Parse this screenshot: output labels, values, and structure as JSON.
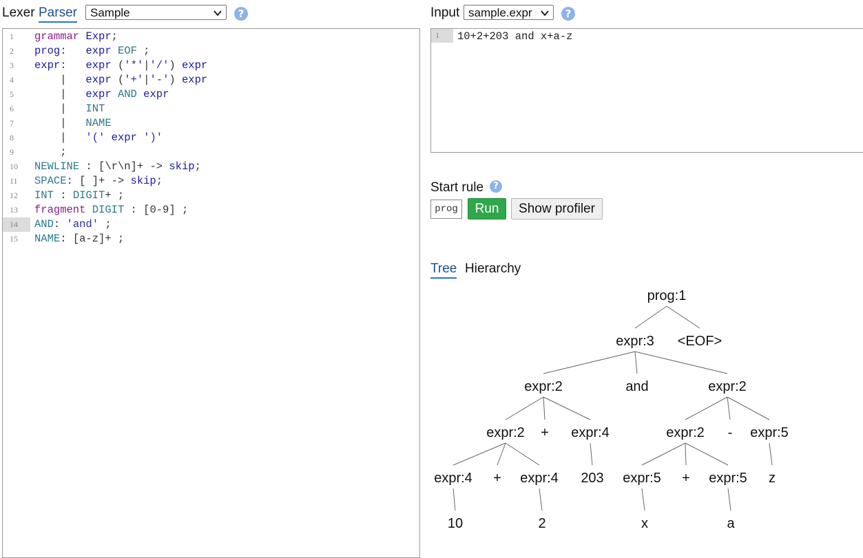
{
  "left_panel": {
    "tabs": [
      {
        "label": "Lexer",
        "active": false
      },
      {
        "label": "Parser",
        "active": true
      }
    ],
    "grammar_select": "Sample",
    "help_icon": "?"
  },
  "grammar": {
    "lines": [
      {
        "num": "1",
        "tokens": [
          [
            "kw",
            "grammar"
          ],
          [
            "plain",
            " "
          ],
          [
            "rule",
            "Expr"
          ],
          [
            "plain",
            ";"
          ]
        ]
      },
      {
        "num": "2",
        "tokens": [
          [
            "rule",
            "prog"
          ],
          [
            "plain",
            ":   "
          ],
          [
            "rule",
            "expr"
          ],
          [
            "plain",
            " "
          ],
          [
            "tok",
            "EOF"
          ],
          [
            "plain",
            " ;"
          ]
        ]
      },
      {
        "num": "3",
        "tokens": [
          [
            "rule",
            "expr"
          ],
          [
            "plain",
            ":   "
          ],
          [
            "rule",
            "expr"
          ],
          [
            "plain",
            " ("
          ],
          [
            "str",
            "'*'"
          ],
          [
            "plain",
            "|"
          ],
          [
            "str",
            "'/'"
          ],
          [
            "plain",
            ") "
          ],
          [
            "rule",
            "expr"
          ]
        ]
      },
      {
        "num": "4",
        "tokens": [
          [
            "plain",
            "    |   "
          ],
          [
            "rule",
            "expr"
          ],
          [
            "plain",
            " ("
          ],
          [
            "str",
            "'+'"
          ],
          [
            "plain",
            "|"
          ],
          [
            "str",
            "'-'"
          ],
          [
            "plain",
            ") "
          ],
          [
            "rule",
            "expr"
          ]
        ]
      },
      {
        "num": "5",
        "tokens": [
          [
            "plain",
            "    |   "
          ],
          [
            "rule",
            "expr"
          ],
          [
            "plain",
            " "
          ],
          [
            "tok",
            "AND"
          ],
          [
            "plain",
            " "
          ],
          [
            "rule",
            "expr"
          ]
        ]
      },
      {
        "num": "6",
        "tokens": [
          [
            "plain",
            "    |   "
          ],
          [
            "tok",
            "INT"
          ]
        ]
      },
      {
        "num": "7",
        "tokens": [
          [
            "plain",
            "    |   "
          ],
          [
            "tok",
            "NAME"
          ]
        ]
      },
      {
        "num": "8",
        "tokens": [
          [
            "plain",
            "    |   "
          ],
          [
            "str",
            "'('"
          ],
          [
            "plain",
            " "
          ],
          [
            "rule",
            "expr"
          ],
          [
            "plain",
            " "
          ],
          [
            "str",
            "')'"
          ]
        ]
      },
      {
        "num": "9",
        "tokens": [
          [
            "plain",
            "    ;"
          ]
        ]
      },
      {
        "num": "10",
        "tokens": [
          [
            "tok",
            "NEWLINE"
          ],
          [
            "plain",
            " : [\\r\\n]+ -> "
          ],
          [
            "rule",
            "skip"
          ],
          [
            "plain",
            ";"
          ]
        ]
      },
      {
        "num": "11",
        "tokens": [
          [
            "tok",
            "SPACE"
          ],
          [
            "plain",
            ": [ ]+ -> "
          ],
          [
            "rule",
            "skip"
          ],
          [
            "plain",
            ";"
          ]
        ]
      },
      {
        "num": "12",
        "tokens": [
          [
            "tok",
            "INT"
          ],
          [
            "plain",
            " : "
          ],
          [
            "tok",
            "DIGIT"
          ],
          [
            "plain",
            "+ ;"
          ]
        ]
      },
      {
        "num": "13",
        "tokens": [
          [
            "kw",
            "fragment"
          ],
          [
            "plain",
            " "
          ],
          [
            "tok",
            "DIGIT"
          ],
          [
            "plain",
            " : [0-9] ;"
          ]
        ]
      },
      {
        "num": "14",
        "active": true,
        "tokens": [
          [
            "tok",
            "AND"
          ],
          [
            "plain",
            ": "
          ],
          [
            "str",
            "'and'"
          ],
          [
            "plain",
            " ;"
          ]
        ]
      },
      {
        "num": "15",
        "tokens": [
          [
            "tok",
            "NAME"
          ],
          [
            "plain",
            ": [a-z]+ ;"
          ]
        ]
      }
    ]
  },
  "input": {
    "label": "Input",
    "file_select": "sample.expr",
    "help_icon": "?",
    "line_num": "1",
    "text": "10+2+203 and x+a-z"
  },
  "start_rule": {
    "label": "Start rule",
    "help_icon": "?",
    "value": "prog",
    "run_label": "Run",
    "profiler_label": "Show profiler"
  },
  "tree_tabs": [
    {
      "label": "Tree",
      "active": true
    },
    {
      "label": "Hierarchy",
      "active": false
    }
  ],
  "parse_tree": {
    "nodes": [
      {
        "id": "n0",
        "label": "prog:1"
      },
      {
        "id": "n1",
        "label": "expr:3"
      },
      {
        "id": "n2",
        "label": "<EOF>"
      },
      {
        "id": "n3",
        "label": "expr:2"
      },
      {
        "id": "n4",
        "label": "and"
      },
      {
        "id": "n5",
        "label": "expr:2"
      },
      {
        "id": "n6",
        "label": "expr:2"
      },
      {
        "id": "n7",
        "label": "+"
      },
      {
        "id": "n8",
        "label": "expr:4"
      },
      {
        "id": "n9",
        "label": "expr:2"
      },
      {
        "id": "n10",
        "label": "-"
      },
      {
        "id": "n11",
        "label": "expr:5"
      },
      {
        "id": "n12",
        "label": "expr:4"
      },
      {
        "id": "n13",
        "label": "+"
      },
      {
        "id": "n14",
        "label": "expr:4"
      },
      {
        "id": "n15",
        "label": "203"
      },
      {
        "id": "n16",
        "label": "expr:5"
      },
      {
        "id": "n17",
        "label": "+"
      },
      {
        "id": "n18",
        "label": "expr:5"
      },
      {
        "id": "n19",
        "label": "z"
      },
      {
        "id": "n20",
        "label": "10"
      },
      {
        "id": "n21",
        "label": "2"
      },
      {
        "id": "n22",
        "label": "x"
      },
      {
        "id": "n23",
        "label": "a"
      }
    ],
    "edges": [
      [
        "n0",
        "n1"
      ],
      [
        "n0",
        "n2"
      ],
      [
        "n1",
        "n3"
      ],
      [
        "n1",
        "n4"
      ],
      [
        "n1",
        "n5"
      ],
      [
        "n3",
        "n6"
      ],
      [
        "n3",
        "n7"
      ],
      [
        "n3",
        "n8"
      ],
      [
        "n5",
        "n9"
      ],
      [
        "n5",
        "n10"
      ],
      [
        "n5",
        "n11"
      ],
      [
        "n6",
        "n12"
      ],
      [
        "n6",
        "n13"
      ],
      [
        "n6",
        "n14"
      ],
      [
        "n8",
        "n15"
      ],
      [
        "n9",
        "n16"
      ],
      [
        "n9",
        "n17"
      ],
      [
        "n9",
        "n18"
      ],
      [
        "n11",
        "n19"
      ],
      [
        "n12",
        "n20"
      ],
      [
        "n14",
        "n21"
      ],
      [
        "n16",
        "n22"
      ],
      [
        "n18",
        "n23"
      ]
    ]
  }
}
